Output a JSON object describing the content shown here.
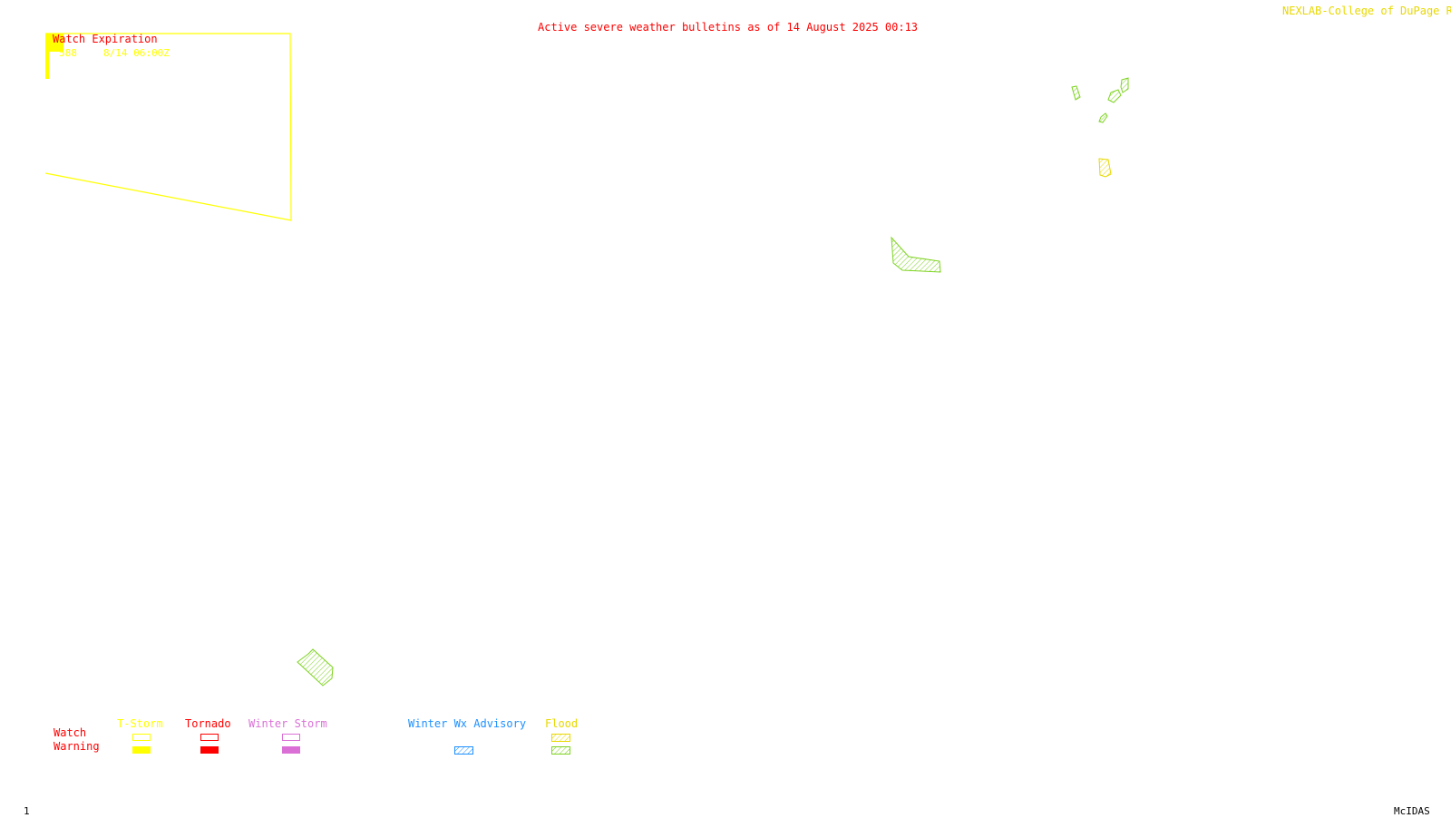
{
  "header": {
    "bulletin_title": "Active severe weather bulletins as of 14 August 2025 00:13",
    "credit": "NEXLAB-College of DuPage R"
  },
  "watch_expiration": {
    "title": "Watch Expiration",
    "entries": [
      {
        "watch_number": "588",
        "expires": "8/14 06:00Z"
      }
    ]
  },
  "legend": {
    "row_labels": {
      "watch": "Watch",
      "warning": "Warning"
    },
    "columns": [
      {
        "label": "T-Storm",
        "color": "#ffff00",
        "watch_style": "outline",
        "warning_style": "filled"
      },
      {
        "label": "Tornado",
        "color": "#ff0000",
        "watch_style": "outline",
        "warning_style": "filled"
      },
      {
        "label": "Winter Storm",
        "color": "#da70d6",
        "watch_style": "outline",
        "warning_style": "filled"
      },
      {
        "label": "Winter Wx Advisory",
        "color": "#1e90ff",
        "watch_style": "none",
        "warning_style": "hatched"
      },
      {
        "label": "Flood",
        "color": "#e8d800",
        "watch_style": "hatched",
        "warning_style": "hatched",
        "warning_color": "#7ed321"
      }
    ]
  },
  "footer": {
    "frame_number": "1",
    "software": "McIDAS"
  },
  "colors": {
    "title_red": "#ff0000",
    "tstorm_yellow": "#ffff00",
    "flood_green": "#7ed321",
    "flood_watch_yellow": "#e8d800",
    "footer_black": "#000000"
  }
}
